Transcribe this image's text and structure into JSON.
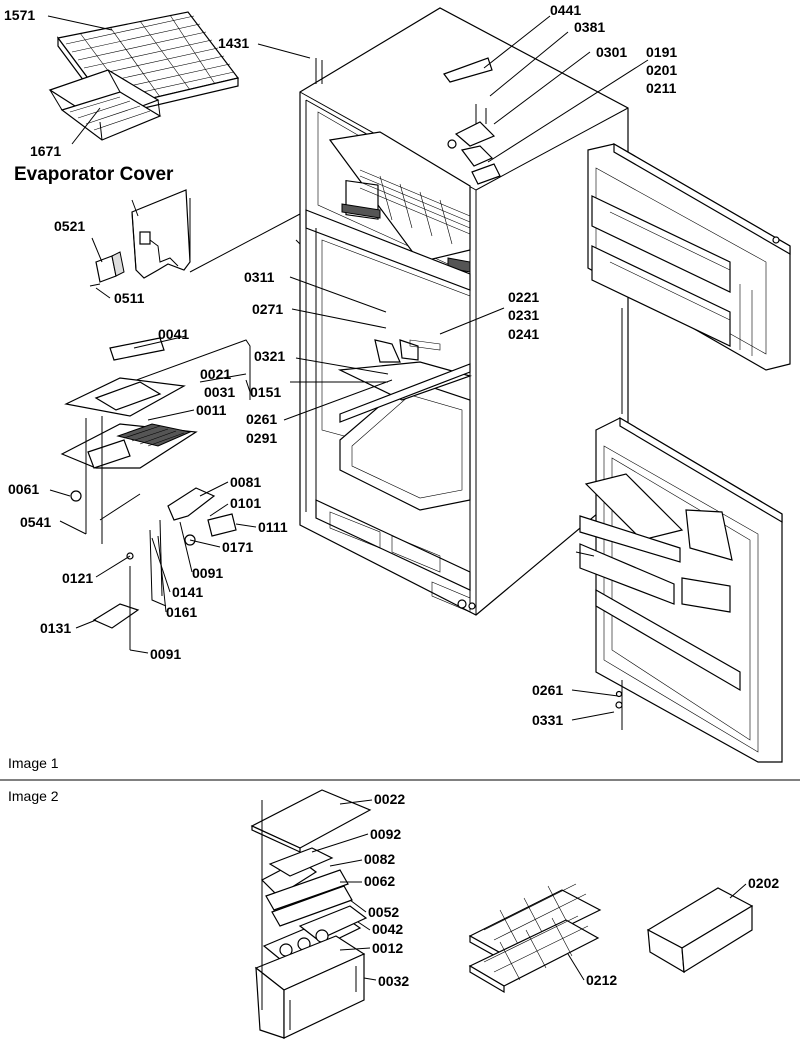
{
  "title": "Evaporator Cover",
  "captions": {
    "image1": "Image 1",
    "image2": "Image 2"
  },
  "labels": {
    "l1571": "1571",
    "l1671": "1671",
    "l1431": "1431",
    "l0441": "0441",
    "l0381": "0381",
    "l0301": "0301",
    "l0191": "0191",
    "l0201": "0201",
    "l0211": "0211",
    "l0521": "0521",
    "l0511": "0511",
    "l0311": "0311",
    "l0271": "0271",
    "l0221": "0221",
    "l0231": "0231",
    "l0241": "0241",
    "l0041": "0041",
    "l0321": "0321",
    "l0021": "0021",
    "l0031": "0031",
    "l0151": "0151",
    "l0011": "0011",
    "l0261a": "0261",
    "l0291": "0291",
    "l0061": "0061",
    "l0081": "0081",
    "l0101": "0101",
    "l0111": "0111",
    "l0541": "0541",
    "l0171": "0171",
    "l0091a": "0091",
    "l0121": "0121",
    "l0141": "0141",
    "l0161": "0161",
    "l0131": "0131",
    "l0091b": "0091",
    "l0261b": "0261",
    "l0331": "0331",
    "l0022": "0022",
    "l0092": "0092",
    "l0082": "0082",
    "l0062": "0062",
    "l0052": "0052",
    "l0042": "0042",
    "l0012": "0012",
    "l0032": "0032",
    "l0212": "0212",
    "l0202": "0202"
  }
}
